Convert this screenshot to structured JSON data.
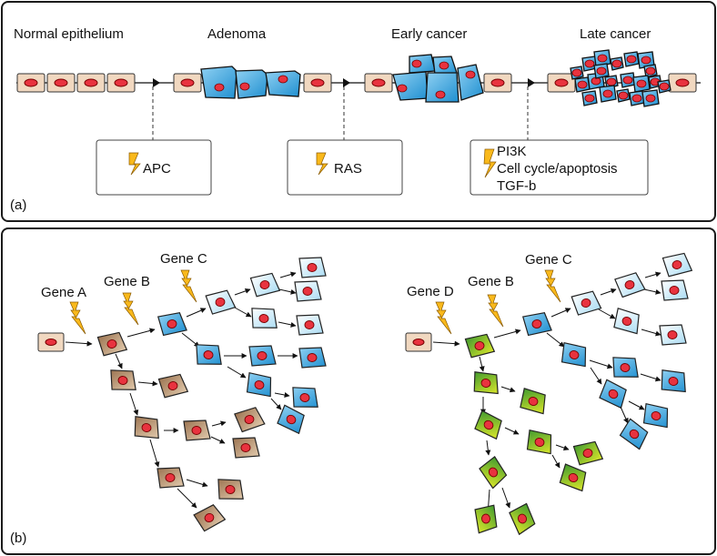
{
  "panel_a": {
    "label": "(a)",
    "stages": [
      "Normal epithelium",
      "Adenoma",
      "Early cancer",
      "Late cancer"
    ],
    "mutation_boxes": [
      {
        "icon": "lightning-icon",
        "lines": [
          "APC"
        ]
      },
      {
        "icon": "lightning-icon",
        "lines": [
          "RAS"
        ]
      },
      {
        "icon": "lightning-icon",
        "lines": [
          "PI3K",
          "Cell cycle/apoptosis",
          "TGF-b"
        ]
      }
    ]
  },
  "panel_b": {
    "label": "(b)",
    "left_tree": {
      "gene_labels": [
        "Gene A",
        "Gene B",
        "Gene C"
      ]
    },
    "right_tree": {
      "gene_labels": [
        "Gene D",
        "Gene B",
        "Gene C"
      ]
    }
  },
  "colors": {
    "normal_cell": "#f1d8c0",
    "adenoma_blue": "#3fa9e0",
    "light_blue": "#d6eef9",
    "brown": "#b08660",
    "green": "#8cc63f",
    "nucleus": "#e8333f",
    "lightning": "#f9b91c",
    "outline": "#1a1a1a"
  }
}
